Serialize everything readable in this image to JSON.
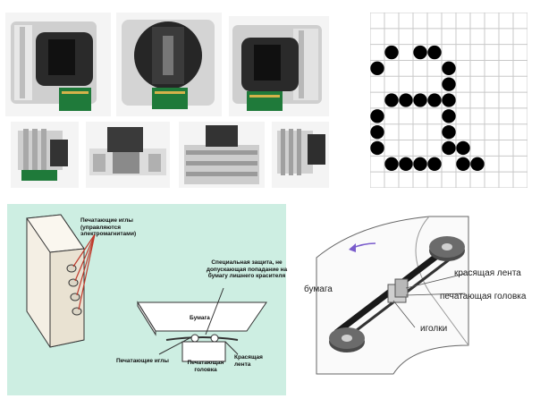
{
  "diagram_bottom_left": {
    "needles_label": "Печатающие иглы (управляются электромагнитами)",
    "shield_label": "Специальная защита, не допускающая попадание на бумагу лишнего красителя",
    "paper_label": "Бумага",
    "print_needles_label": "Печатающие иглы",
    "print_head_label": "Печатающая головка",
    "ribbon_label": "Красящая лента"
  },
  "diagram_bottom_right": {
    "paper_label": "бумага",
    "ribbon_label": "красящая лента",
    "print_head_label": "печатающая головка",
    "needles_label": "иголки"
  },
  "dot_matrix": {
    "letter_rows": [
      "00000000000",
      "00000000000",
      "01011000000",
      "10000100000",
      "00000100000",
      "01111100000",
      "10000100000",
      "10000100000",
      "10000110000",
      "01111011000",
      "00000000000"
    ]
  },
  "colors": {
    "green_panel": "#cdeee2",
    "grid_line": "#c8c8c8",
    "dot": "#000000",
    "arrow_red": "#c0392b",
    "arrow_purple": "#7a5ccc"
  }
}
